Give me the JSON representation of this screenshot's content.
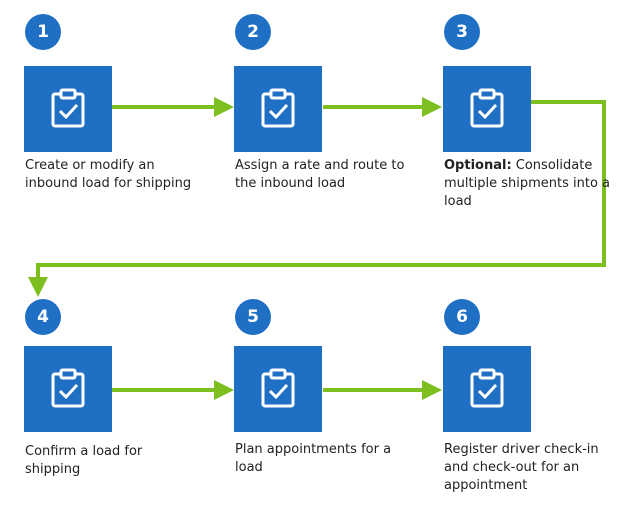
{
  "colors": {
    "tile": "#1f6fc5",
    "arrow": "#7cbf1f",
    "text": "#222222",
    "icon": "#ffffff"
  },
  "steps": [
    {
      "number": "1",
      "icon": "clipboard-check-icon",
      "prefix": "",
      "label": "Create or modify an inbound load for shipping"
    },
    {
      "number": "2",
      "icon": "clipboard-check-icon",
      "prefix": "",
      "label": "Assign a rate and route to the inbound load"
    },
    {
      "number": "3",
      "icon": "clipboard-check-icon",
      "prefix": "Optional:",
      "label": "Consolidate multiple shipments into a load"
    },
    {
      "number": "4",
      "icon": "clipboard-check-icon",
      "prefix": "",
      "label": "Confirm a load for shipping"
    },
    {
      "number": "5",
      "icon": "clipboard-check-icon",
      "prefix": "",
      "label": "Plan appointments for a load"
    },
    {
      "number": "6",
      "icon": "clipboard-check-icon",
      "prefix": "",
      "label": "Register driver check-in and check-out for an appointment"
    }
  ]
}
